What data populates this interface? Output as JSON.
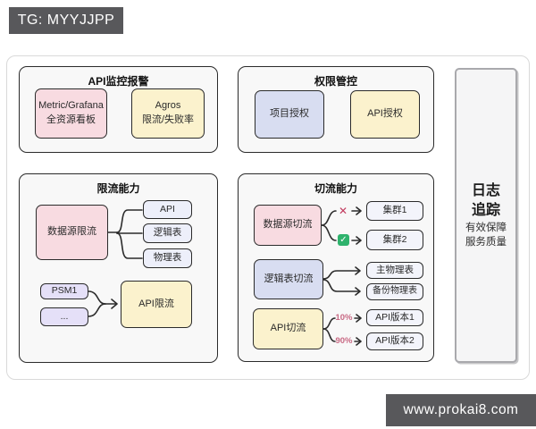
{
  "header": {
    "text": "TG: MYYJJPP"
  },
  "footer": {
    "text": "www.prokai8.com"
  },
  "colors": {
    "badge_bg": "#58585b",
    "pink": "#f8dbe1",
    "yellow": "#fbf2cd",
    "lavender": "#d8ddf1",
    "light_purple": "#e5e0f8",
    "pale_blue": "#edeffa",
    "check_green": "#2fb36d",
    "cross_red": "#c23b5e",
    "percent_pink": "#c96a85"
  },
  "panel_monitor": {
    "title": "API监控报警",
    "metric_box": {
      "line1": "Metric/Grafana",
      "line2": "全资源看板"
    },
    "agros_box": {
      "line1": "Agros",
      "line2": "限流/失败率"
    }
  },
  "panel_auth": {
    "title": "权限管控",
    "project_box": "项目授权",
    "api_box": "API授权"
  },
  "panel_ratelimit": {
    "title": "限流能力",
    "source_box": "数据源限流",
    "targets": [
      "API",
      "逻辑表",
      "物理表"
    ],
    "psm_boxes": [
      "PSM1",
      "..."
    ],
    "api_limit_box": "API限流"
  },
  "panel_switch": {
    "title": "切流能力",
    "source_box": "数据源切流",
    "cross_glyph": "✕",
    "check_glyph": "✓",
    "clusters": [
      "集群1",
      "集群2"
    ],
    "logic_box": "逻辑表切流",
    "tables": [
      "主物理表",
      "备份物理表"
    ],
    "api_box": "API切流",
    "versions": [
      {
        "pct": "10%",
        "label": "API版本1"
      },
      {
        "pct": "90%",
        "label": "API版本2"
      }
    ]
  },
  "panel_log": {
    "title_line1": "日志",
    "title_line2": "追踪",
    "sub_line1": "有效保障",
    "sub_line2": "服务质量"
  }
}
